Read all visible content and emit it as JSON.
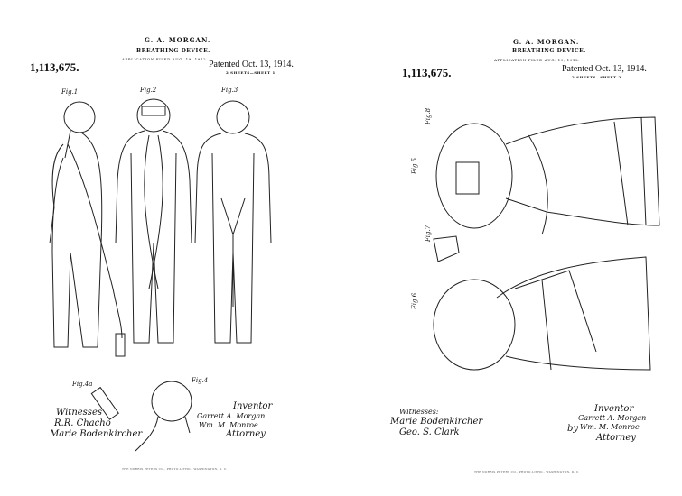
{
  "sheets": [
    {
      "inventor": "G. A. MORGAN.",
      "title": "BREATHING DEVICE.",
      "application": "APPLICATION FILED AUG. 19, 1912.",
      "number": "1,113,675.",
      "patented": "Patented Oct. 13, 1914.",
      "sheet_no": "2 SHEETS—SHEET 1.",
      "figures": [
        "Fig.1",
        "Fig.2",
        "Fig.3",
        "Fig.4",
        "Fig.4a"
      ],
      "witnesses_label": "Witnesses",
      "witnesses": [
        "R.R. Chacho",
        "Marie Bodenkircher"
      ],
      "inventor_label": "Inventor",
      "inventor_sig": "Garrett A. Morgan",
      "attorney_sig": "Wm. M. Monroe",
      "attorney_label": "Attorney",
      "footer": "THE NORRIS PETERS CO., PHOTO-LITHO., WASHINGTON, D. C."
    },
    {
      "inventor": "G. A. MORGAN.",
      "title": "BREATHING DEVICE.",
      "application": "APPLICATION FILED AUG. 19, 1912.",
      "number": "1,113,675.",
      "patented": "Patented Oct. 13, 1914.",
      "sheet_no": "2 SHEETS—SHEET 2.",
      "figures": [
        "Fig.8",
        "Fig.5",
        "Fig.7",
        "Fig.6"
      ],
      "witnesses_label": "Witnesses:",
      "witnesses": [
        "Marie Bodenkircher",
        "Geo. S. Clark"
      ],
      "inventor_label": "Inventor",
      "inventor_sig": "Garrett A. Morgan",
      "by_label": "by",
      "attorney_sig": "Wm. M. Monroe",
      "attorney_label": "Attorney",
      "footer": "THE NORRIS PETERS CO., PHOTO-LITHO., WASHINGTON, D. C."
    }
  ]
}
